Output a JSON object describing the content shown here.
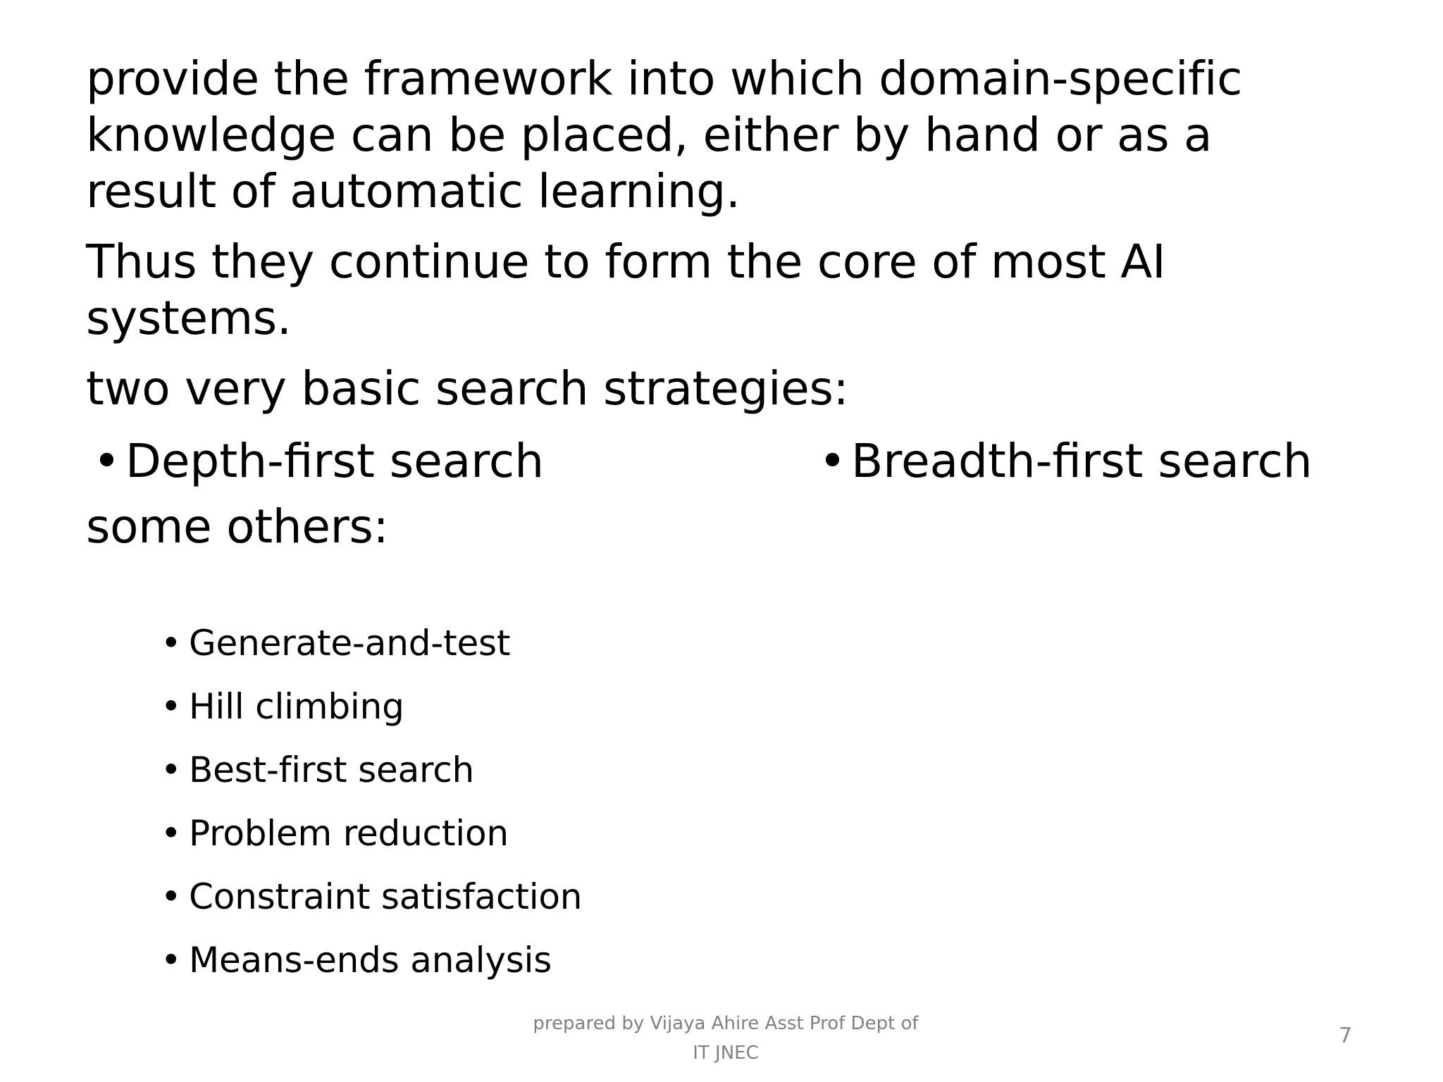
{
  "slide": {
    "background_color": "#ffffff",
    "text_color": "#000000",
    "footer_color": "#808080",
    "page_number_color": "#898989"
  },
  "body": {
    "paragraphs": [
      {
        "id": "p1",
        "lines": [
          "provide the framework into which domain-specific",
          "knowledge can be placed, either by hand or as a",
          "result of automatic learning."
        ]
      },
      {
        "id": "p2",
        "lines": [
          "Thus they continue to form the core of most AI",
          "systems."
        ]
      },
      {
        "id": "p3",
        "lines": [
          "two very basic search strategies:"
        ]
      }
    ],
    "strategy_columns": {
      "bullet_glyph": "•",
      "left": "Depth-first search",
      "right": "Breadth-first search"
    },
    "some_others_label": "some others:",
    "sub_list": {
      "bullet_glyph": "•",
      "items": [
        "Generate-and-test",
        "Hill climbing",
        "Best-first search",
        "Problem reduction",
        "Constraint satisfaction",
        "Means-ends analysis"
      ]
    }
  },
  "footer": {
    "line1": "prepared by Vijaya Ahire Asst Prof Dept of",
    "line2": "IT JNEC",
    "page_number": "7"
  }
}
